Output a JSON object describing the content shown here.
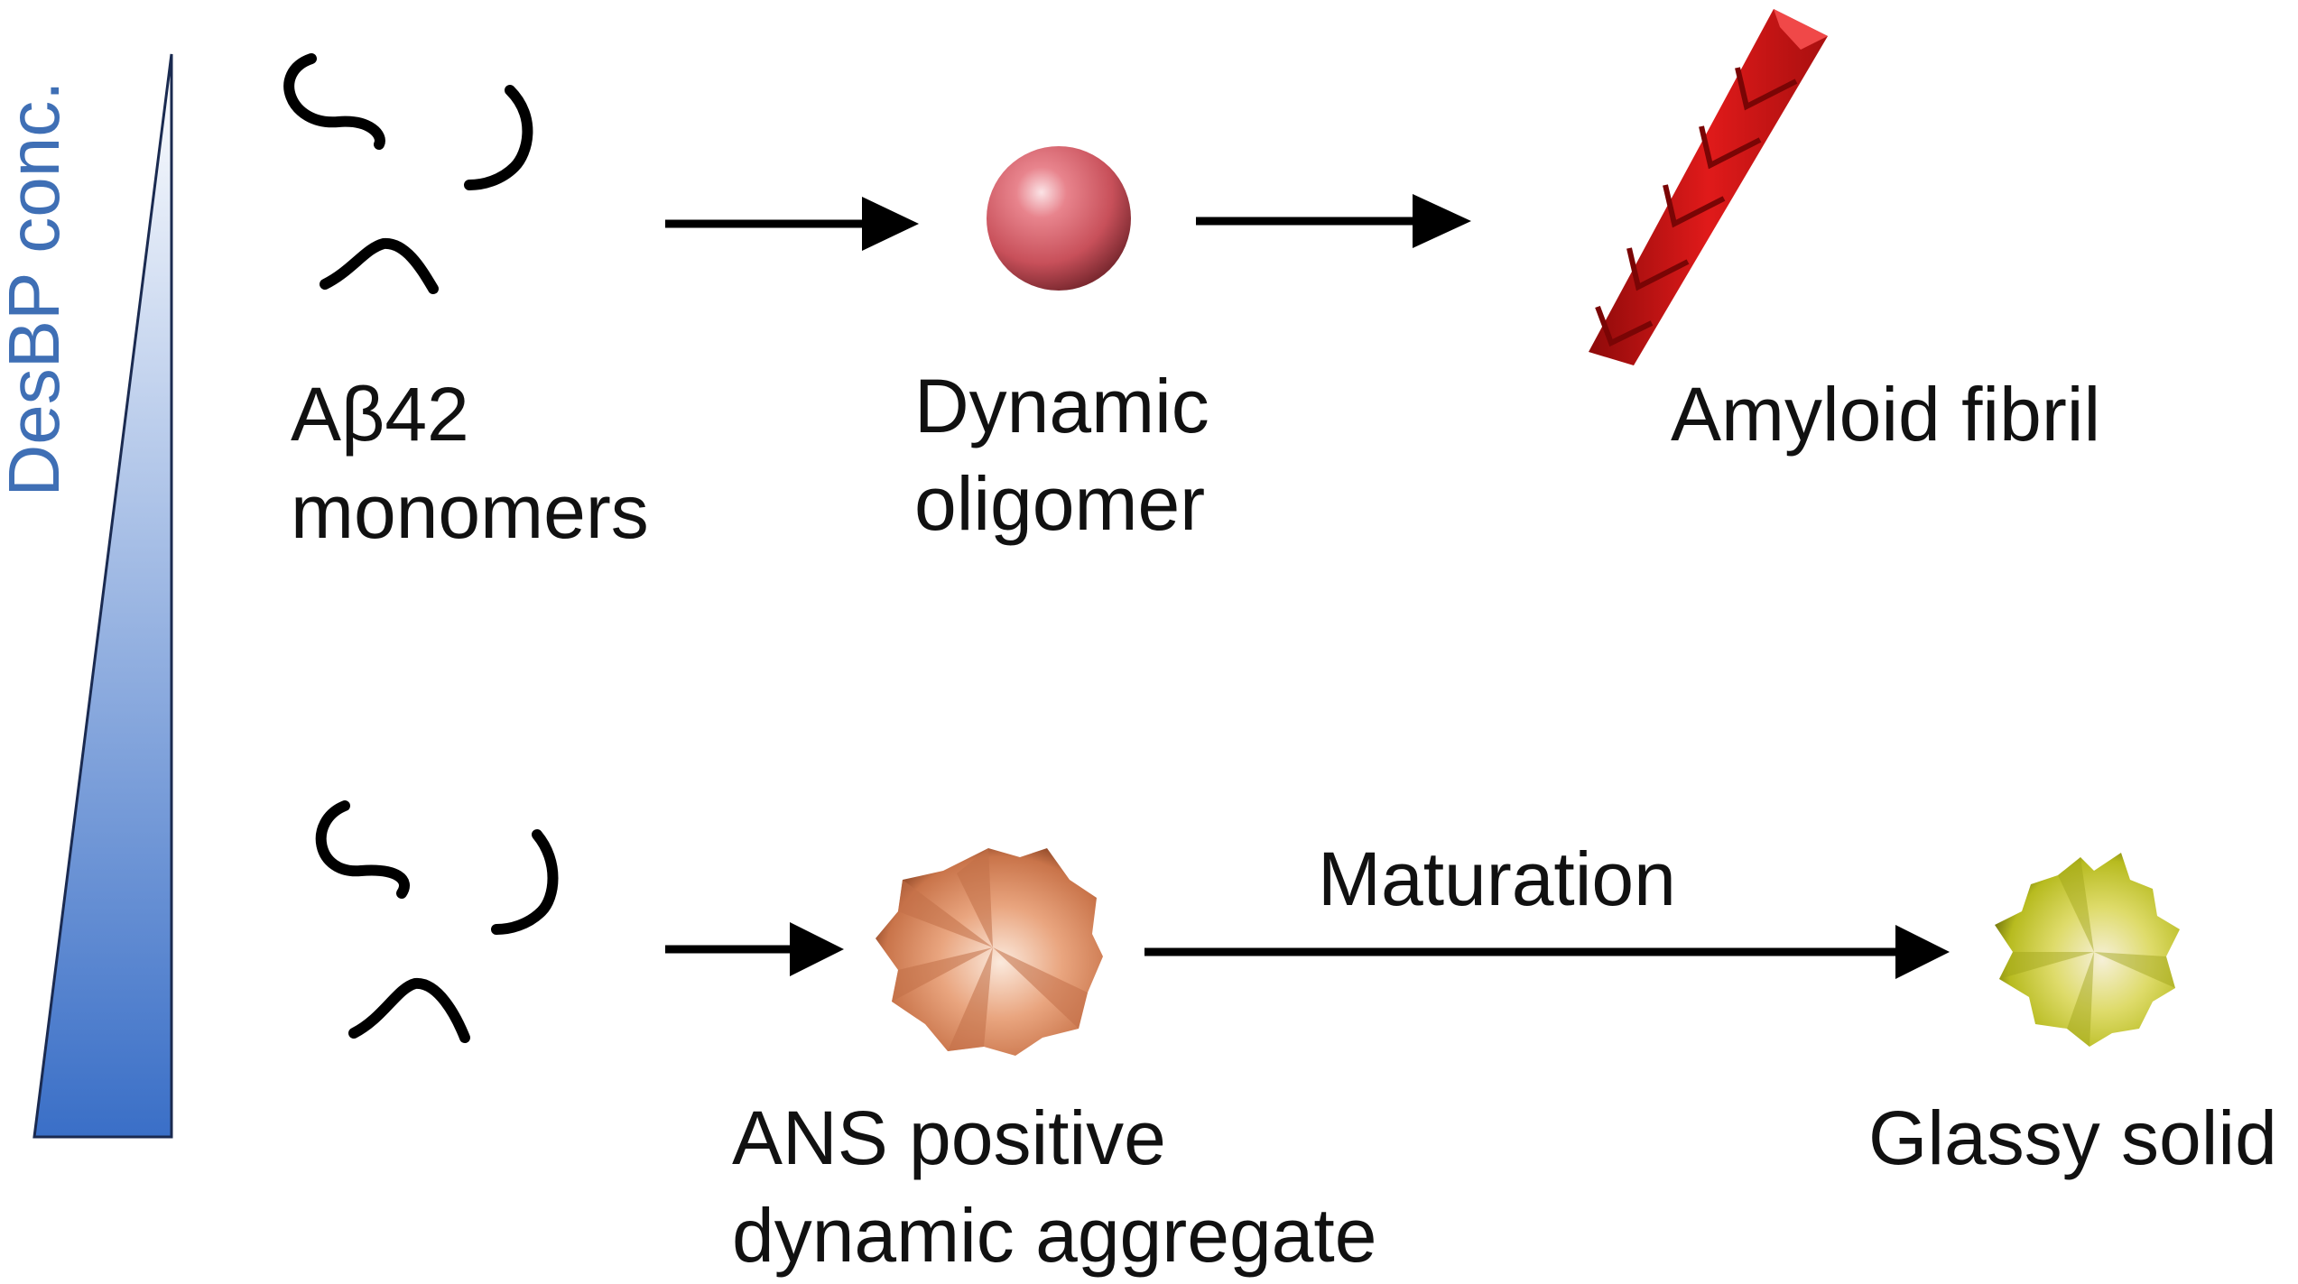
{
  "gradient_label": "DesBP conc.",
  "colors": {
    "gradient_top": "#ffffff",
    "gradient_bottom": "#3a6fc7",
    "label_blue": "#3f6fb5",
    "oligomer": "#c8505a",
    "fibril": "#d31515",
    "aggregate": "#d98a5f",
    "glassy_solid": "#c8cc2a",
    "arrow": "#000000"
  },
  "top_pathway": {
    "monomers_label_line1": "Aβ42",
    "monomers_label_line2": "monomers",
    "oligomer_label_line1": "Dynamic",
    "oligomer_label_line2": "oligomer",
    "fibril_label": "Amyloid fibril"
  },
  "bottom_pathway": {
    "aggregate_label_line1": "ANS positive",
    "aggregate_label_line2": "dynamic aggregate",
    "arrow_label": "Maturation",
    "solid_label": "Glassy solid"
  }
}
